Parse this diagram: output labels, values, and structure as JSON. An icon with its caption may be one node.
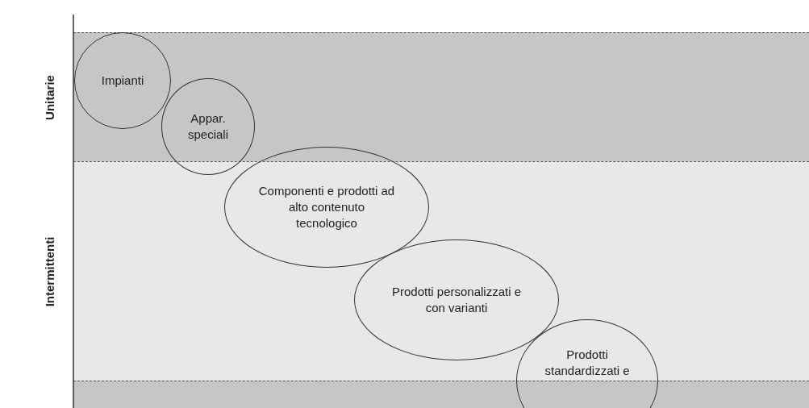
{
  "diagram": {
    "nodes": [
      {
        "text": [
          "Unitarie"
        ]
      },
      {
        "text": [
          "Intermittenti"
        ]
      },
      {
        "text": [
          "Impianti"
        ],
        "in": 0
      },
      {
        "text": [
          "Appar. speciali"
        ]
      },
      {
        "text": [
          "Componenti e prodotti ad alto contenuto tecnologico"
        ]
      },
      {
        "text": [
          "Prodotti personalizzati e con varianti"
        ],
        "in": 1
      },
      {
        "text": [
          "Prodotti standardizzati e"
        ]
      }
    ]
  }
}
